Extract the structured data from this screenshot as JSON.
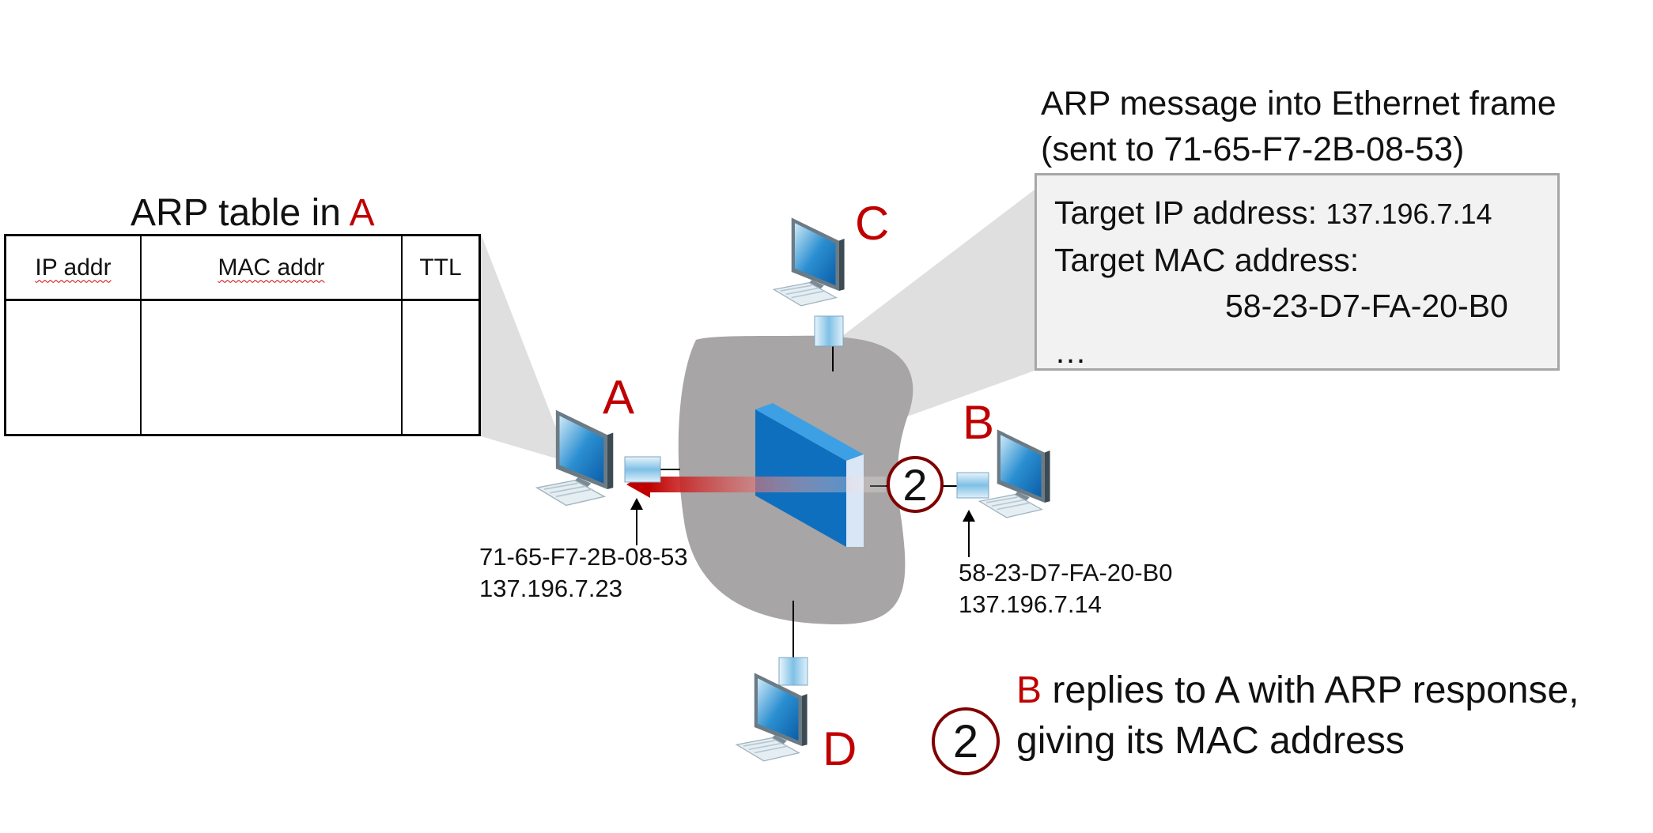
{
  "arp_table": {
    "title_prefix": "ARP table in ",
    "title_node": "A",
    "headers": [
      "IP addr",
      "MAC addr",
      "TTL"
    ]
  },
  "nodes": {
    "A": {
      "label": "A",
      "mac": "71-65-F7-2B-08-53",
      "ip": "137.196.7.23"
    },
    "B": {
      "label": "B",
      "mac": "58-23-D7-FA-20-B0",
      "ip": "137.196.7.14"
    },
    "C": {
      "label": "C"
    },
    "D": {
      "label": "D"
    }
  },
  "frame": {
    "title_line1": "ARP message into Ethernet frame",
    "title_line2": "(sent to 71-65-F7-2B-08-53)",
    "target_ip_label": "Target IP address: ",
    "target_ip_value": "137.196.7.14",
    "target_mac_label": "Target MAC address:",
    "target_mac_value": "58-23-D7-FA-20-B0",
    "ellipsis": "…"
  },
  "step": {
    "number": "2",
    "actor": "B",
    "text_line1": " replies to A with ARP response,",
    "text_line2": "giving its MAC address"
  },
  "colors": {
    "accent_red": "#c00000",
    "circle_border": "#7f0000",
    "cloud": "#a6a6a6",
    "switch": "#0070c0"
  }
}
